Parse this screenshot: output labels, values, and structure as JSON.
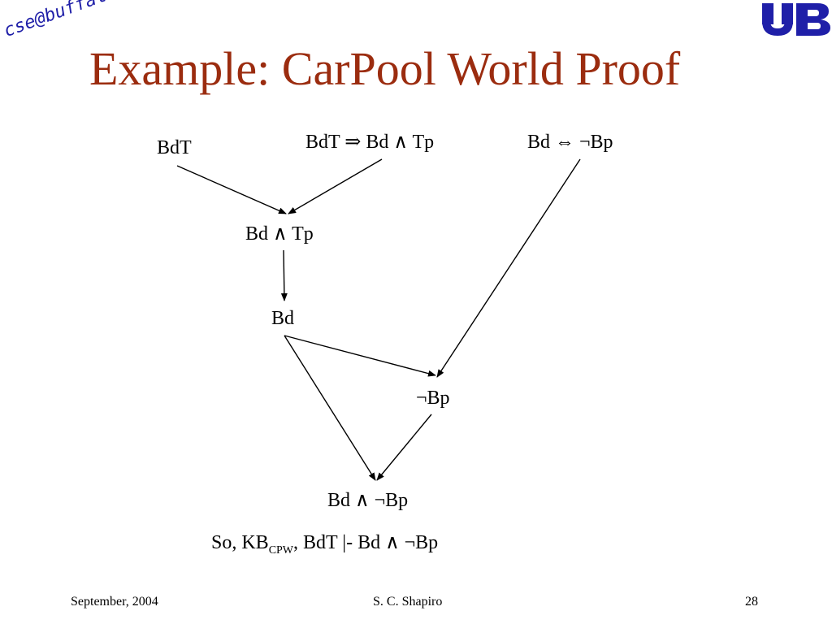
{
  "header": {
    "badge_text": "cse@buffalo",
    "title": "Example: CarPool World Proof",
    "brand_color": "#9b2c0f",
    "logo_color": "#1f1fa8"
  },
  "diagram": {
    "nodes": {
      "bdt": "BdT",
      "bdt_implies": "BdT ⇒ Bd ∧ Tp",
      "bd_iff": "Bd ⇔ ¬Bp",
      "bd_and_tp": "Bd ∧ Tp",
      "bd": "Bd",
      "not_bp": "¬Bp",
      "bd_and_not_bp": "Bd ∧ ¬Bp"
    }
  },
  "conclusion": {
    "prefix": "So, KB",
    "subscript": "CPW",
    "suffix": ", BdT |- Bd ∧ ¬Bp"
  },
  "footer": {
    "date": "September, 2004",
    "author": "S. C. Shapiro",
    "page": "28"
  }
}
